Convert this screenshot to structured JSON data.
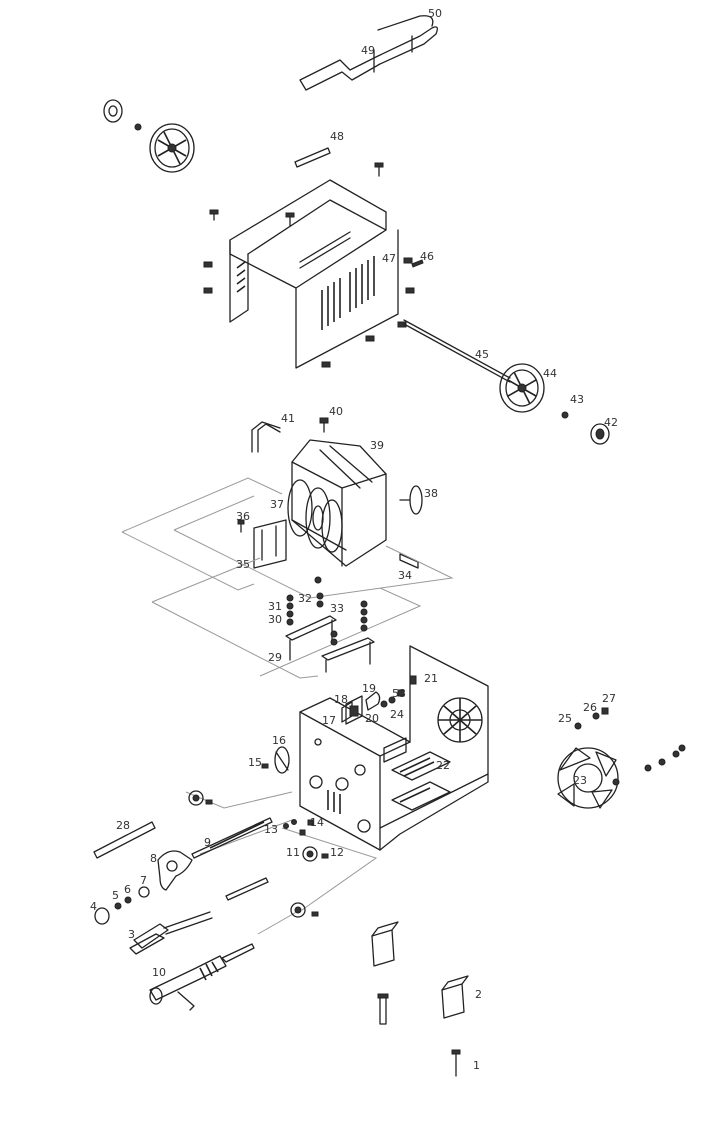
{
  "diagram": {
    "callouts": {
      "c1": "1",
      "c2": "2",
      "c3": "3",
      "c4": "4",
      "c5": "5",
      "c6": "6",
      "c7": "7",
      "c8": "8",
      "c9": "9",
      "c10": "10",
      "c11": "11",
      "c12": "12",
      "c13": "13",
      "c14": "14",
      "c15": "15",
      "c16": "16",
      "c17": "17",
      "c18": "18",
      "c19": "19",
      "c20": "20",
      "c21": "21",
      "c22": "22",
      "c23": "23",
      "c24": "24",
      "c25": "25",
      "c26": "26",
      "c27": "27",
      "c28": "28",
      "c29": "29",
      "c30": "30",
      "c31": "31",
      "c32": "32",
      "c33": "33",
      "c34": "34",
      "c35": "35",
      "c36": "36",
      "c37": "37",
      "c38": "38",
      "c39": "39",
      "c40": "40",
      "c41": "41",
      "c42": "42",
      "c43": "43",
      "c44": "44",
      "c45": "45",
      "c46": "46",
      "c47": "47",
      "c48": "48",
      "c49": "49",
      "c50": "50",
      "c53": "53"
    }
  }
}
